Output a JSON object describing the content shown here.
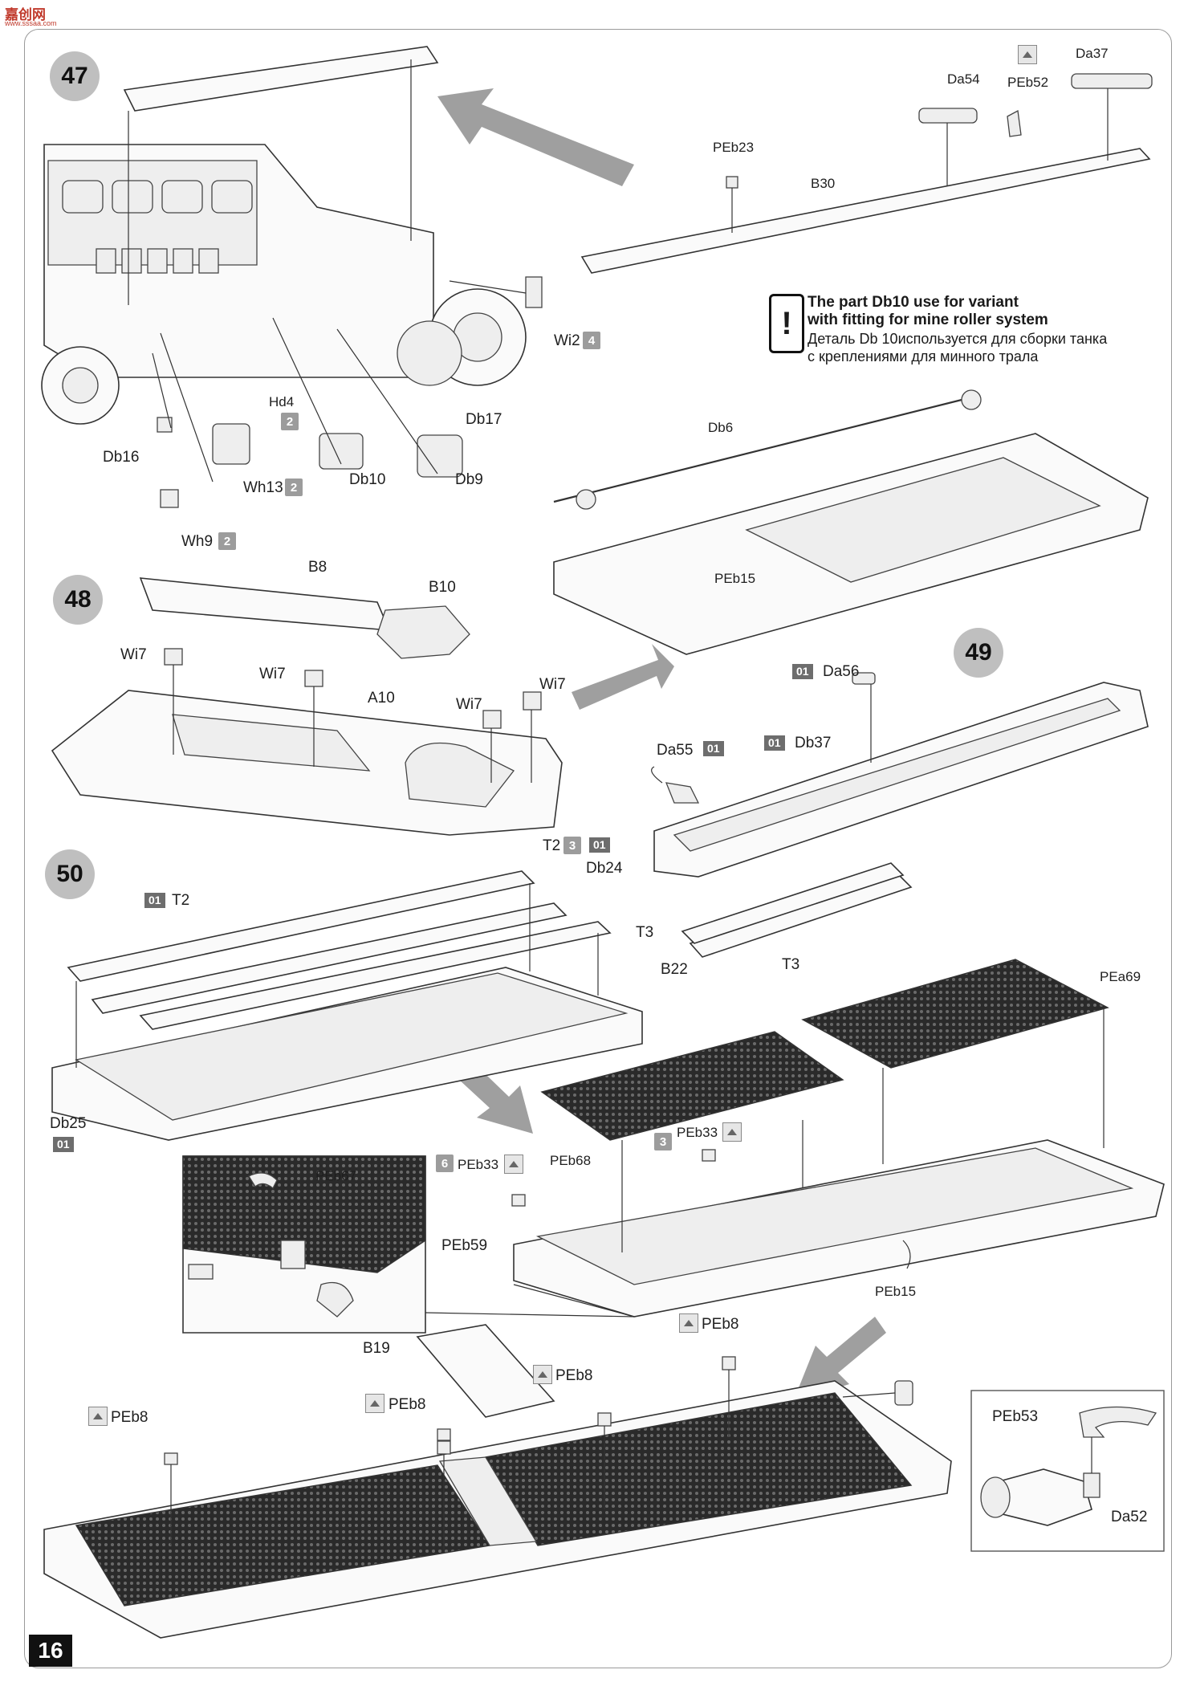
{
  "logo": {
    "main": "嘉创网",
    "sub": "www.sssaa.com"
  },
  "page_number": "16",
  "steps": [
    "47",
    "48",
    "49",
    "50"
  ],
  "note": {
    "icon": "exclamation-icon",
    "line1_en": "The part Db10 use for variant",
    "line2_en": "with fitting for mine roller system",
    "line1_ru": "Деталь Db 10используется  для сборки танка",
    "line2_ru": "с креплениями для минного трала"
  },
  "labels": {
    "PEb23": "PEb23",
    "Da54": "Da54",
    "PEb52": "PEb52",
    "Da37": "Da37",
    "B30": "B30",
    "Wi2": "Wi2",
    "Hd4": "Hd4",
    "Db16": "Db16",
    "Db17": "Db17",
    "Db10": "Db10",
    "Db9": "Db9",
    "Wh13": "Wh13",
    "Wh9": "Wh9",
    "Db6": "Db6",
    "PEb15_a": "PEb15",
    "B8": "B8",
    "B10": "B10",
    "Wi7_a": "Wi7",
    "Wi7_b": "Wi7",
    "Wi7_c": "Wi7",
    "Wi7_d": "Wi7",
    "A10": "A10",
    "Da56": "Da56",
    "Da55": "Da55",
    "Db37": "Db37",
    "T3_a": "T3",
    "B22": "B22",
    "T3_b": "T3",
    "T2_a": "T2",
    "T2_b": "T2",
    "Db24": "Db24",
    "Db25": "Db25",
    "PEa69": "PEa69",
    "PEb68": "PEb68",
    "PEb33_a": "PEb33",
    "PEb33_b": "PEb33",
    "PEb67": "PEb67",
    "PEb59": "PEb59",
    "PEb15_b": "PEb15",
    "B19": "B19",
    "PEb8_a": "PEb8",
    "PEb8_b": "PEb8",
    "PEb8_c": "PEb8",
    "PEb8_d": "PEb8",
    "PEb53": "PEb53",
    "Da52": "Da52"
  },
  "quantities": {
    "Wi2": "4",
    "Hd4": "2",
    "Wh13": "2",
    "Wh9": "2",
    "T2": "3",
    "PEb33_a": "6",
    "PEb33_b": "3"
  },
  "badges": {
    "b1": "01",
    "b2": "01",
    "b3": "01",
    "b4": "01",
    "b5": "01",
    "b6": "01"
  },
  "colors": {
    "step_circle": "#bfbfbf",
    "badge": "#6d6d6d",
    "arrow": "#9f9f9f",
    "frame": "#9a9a9a"
  }
}
